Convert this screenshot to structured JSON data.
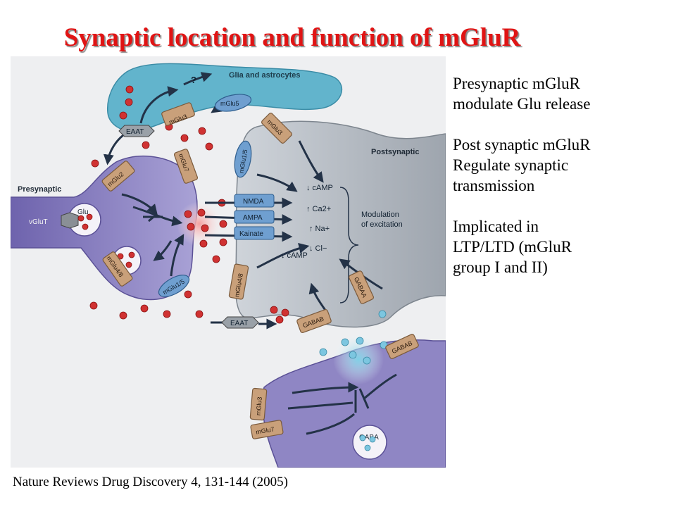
{
  "title": "Synaptic location and function of mGluR",
  "citation": "Nature Reviews Drug Discovery 4, 131-144 (2005)",
  "notes": [
    {
      "lines": [
        "Presynaptic mGluR",
        "modulate Glu release"
      ]
    },
    {
      "lines": [
        "Post synaptic mGluR",
        "Regulate synaptic",
        "transmission"
      ]
    },
    {
      "lines": [
        "Implicated in",
        "LTP/LTD (mGluR",
        "group I and II)"
      ]
    }
  ],
  "diagram": {
    "glia_label": "Glia and astrocytes",
    "presynaptic_label": "Presynaptic",
    "postsynaptic_label": "Postsynaptic",
    "question_mark": "?",
    "receptors": {
      "eaat_glia": "EAAT",
      "eaat_lower": "EAAT",
      "vglut": "vGluT",
      "glu": "Glu",
      "gaba": "GABA",
      "nmda": "NMDA",
      "ampa": "AMPA",
      "kainate": "Kainate",
      "mglu3_glia": "mGlu3",
      "mglu5_glia": "mGlu5",
      "mglu2": "mGlu2",
      "mglu7_pre": "mGlu7",
      "mglu48": "mGlu4/8",
      "mglu15_pre": "mGlu1/5",
      "mglu3_post": "mGlu3",
      "mglu15_post": "mGlu1/5",
      "mglu48_post": "mGlu4/8",
      "gabab_post": "GABAB",
      "gabaa": "GABAA",
      "gabab_inh": "GABAB",
      "mglu3_inh": "mGlu3",
      "mglu7_inh": "mGlu7"
    },
    "effects": {
      "camp_down_1": "↓ cAMP",
      "ca": "↑ Ca2+",
      "na": "↑ Na+",
      "cl": "↓ Cl−",
      "camp_down_2": "↓ cAMP"
    },
    "modulation_label": [
      "Modulation",
      "of excitation"
    ]
  },
  "colors": {
    "title": "#e01414",
    "presynaptic_fill": "#8f86c4",
    "postsynaptic_fill": "#b6bcc4",
    "glia_fill": "#62b4cc",
    "receptor_tan": "#c9a07a",
    "receptor_blue": "#6f9fd0",
    "glutamate_red": "#d03232",
    "gaba_blue": "#7cc6e0"
  }
}
